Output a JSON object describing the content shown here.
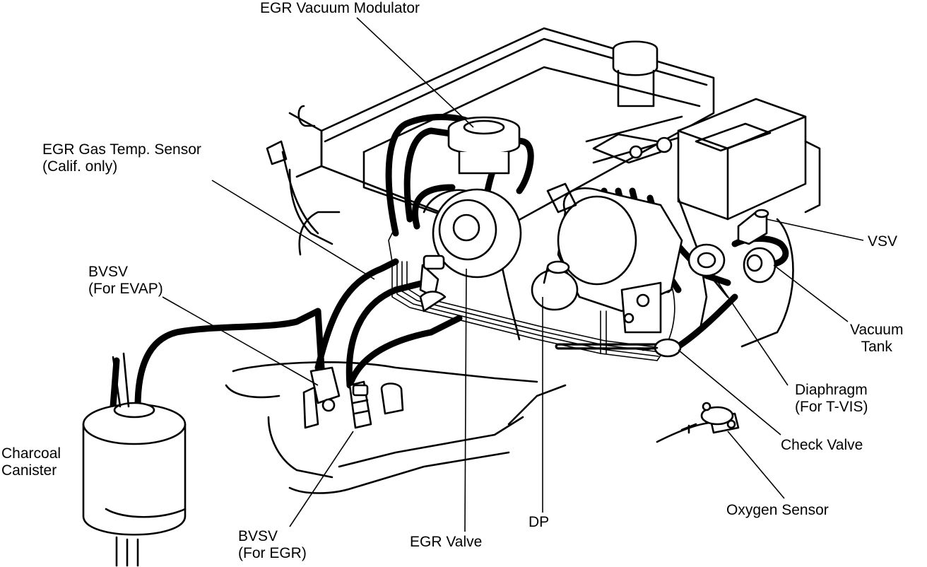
{
  "labels": {
    "egr_vacuum_modulator": "EGR Vacuum Modulator",
    "egr_gas_temp_sensor": [
      "EGR Gas Temp. Sensor",
      "(Calif. only)"
    ],
    "bvsv_evap": [
      "BVSV",
      "(For EVAP)"
    ],
    "charcoal_canister": [
      "Charcoal",
      "Canister"
    ],
    "bvsv_egr": [
      "BVSV",
      "(For EGR)"
    ],
    "egr_valve": "EGR Valve",
    "dp": "DP",
    "vsv": "VSV",
    "vacuum_tank": [
      "Vacuum",
      "Tank"
    ],
    "diaphragm": [
      "Diaphragm",
      "(For T-VIS)"
    ],
    "check_valve": "Check Valve",
    "oxygen_sensor": "Oxygen Sensor"
  }
}
